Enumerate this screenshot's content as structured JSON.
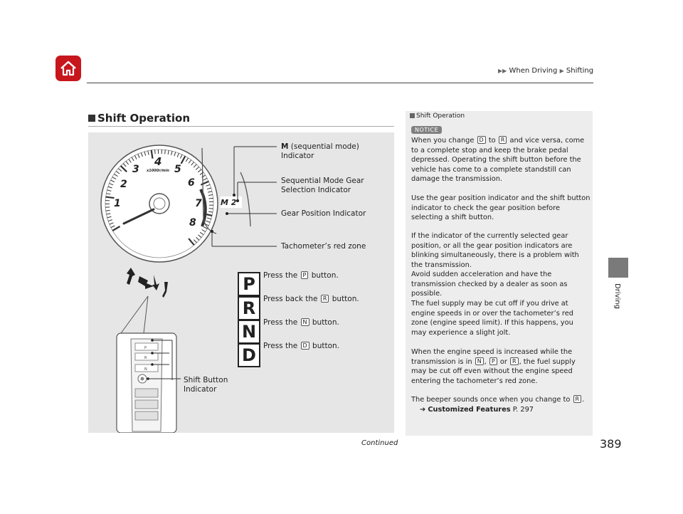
{
  "header": {
    "breadcrumb_1": "When Driving",
    "breadcrumb_2": "Shifting"
  },
  "side_tab": {
    "label": "Driving"
  },
  "section": {
    "title": "Shift Operation"
  },
  "illustration": {
    "gauge_numbers": [
      "1",
      "2",
      "3",
      "4",
      "5",
      "6",
      "7",
      "8"
    ],
    "gauge_unit": "x1000r/min",
    "indicator_text": "M 2",
    "callouts": {
      "m_bold": "M",
      "m_rest": " (sequential mode)",
      "m_line2": "Indicator",
      "seq_line1": "Sequential Mode Gear",
      "seq_line2": "Selection Indicator",
      "gear_pos": "Gear Position Indicator",
      "red_zone": "Tachometer’s red zone",
      "shift_btn_1": "Shift Button",
      "shift_btn_2": "Indicator"
    },
    "steps": [
      {
        "letter": "P",
        "pre": "Press the ",
        "key": "P",
        "post": " button."
      },
      {
        "letter": "R",
        "pre": "Press back the ",
        "key": "R",
        "post": " button."
      },
      {
        "letter": "N",
        "pre": "Press the ",
        "key": "N",
        "post": " button."
      },
      {
        "letter": "D",
        "pre": "Press the ",
        "key": "D",
        "post": " button."
      }
    ]
  },
  "note": {
    "heading": "Shift Operation",
    "notice_label": "NOTICE",
    "p1_a": "When you change ",
    "p1_key1": "D",
    "p1_b": " to ",
    "p1_key2": "R",
    "p1_c": " and vice versa, come to a complete stop and keep the brake pedal depressed. Operating the shift button before the vehicle has come to a complete standstill can damage the transmission.",
    "p2": "Use the gear position indicator and the shift button indicator to check the gear position before selecting a shift button.",
    "p3": "If the indicator of the currently selected gear position, or all the gear position indicators are blinking simultaneously, there is a problem with the transmission.",
    "p3b": "Avoid sudden acceleration and have the transmission checked by a dealer as soon as possible.",
    "p4": "The fuel supply may be cut off if you drive at engine speeds in or over the tachometer’s red zone (engine speed limit). If this happens, you may experience a slight jolt.",
    "p5_a": "When the engine speed is increased while the transmission is in ",
    "p5_key1": "N",
    "p5_b": ", ",
    "p5_key2": "P",
    "p5_c": " or ",
    "p5_key3": "R",
    "p5_d": ", the fuel supply may be cut off even without the engine speed entering the tachometer’s red zone.",
    "p6_a": "The beeper sounds once when you change to ",
    "p6_key": "R",
    "p6_b": ".",
    "link_text": "Customized Features",
    "link_page": "P. 297"
  },
  "footer": {
    "continued": "Continued",
    "page_number": "389"
  }
}
